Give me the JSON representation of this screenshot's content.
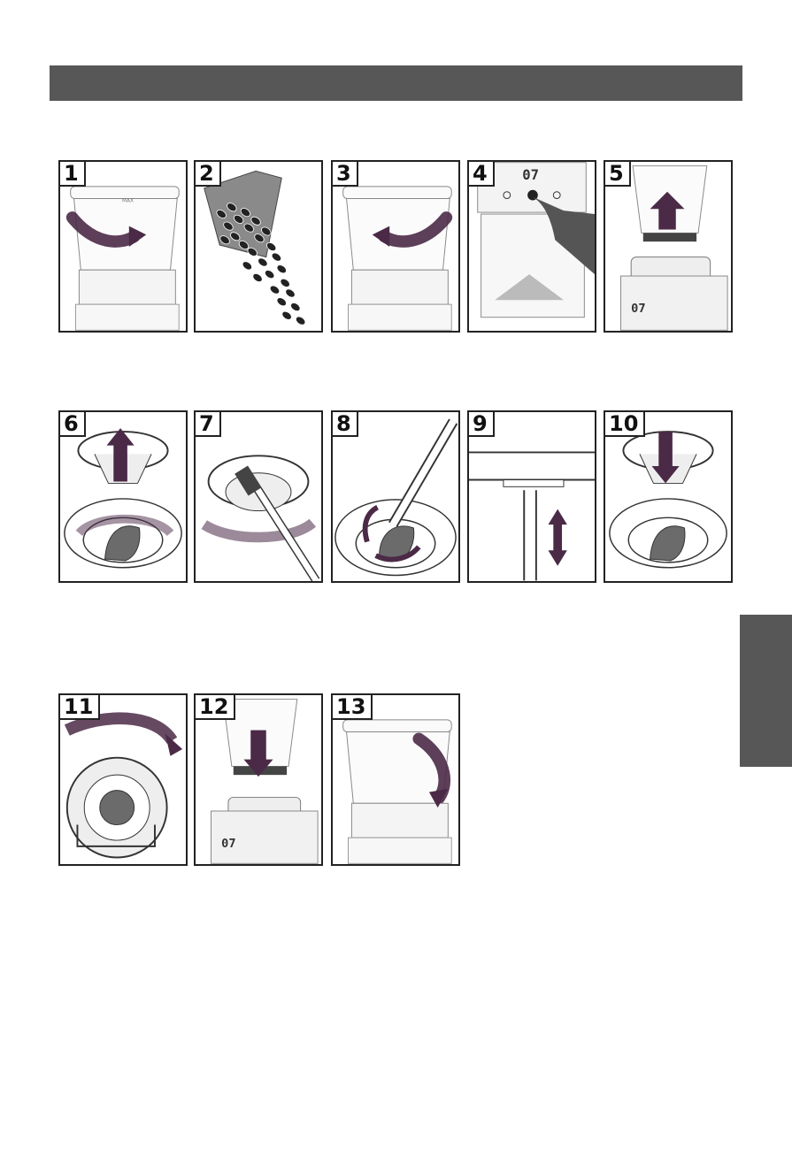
{
  "colors": {
    "header_bar": "#575757",
    "side_tab": "#575757",
    "arrow": "#4b2a47",
    "burr": "#6b6b6b"
  },
  "steps": [
    {
      "number": "1",
      "icon": "rotate-hopper-arrow-icon"
    },
    {
      "number": "2",
      "icon": "pour-beans-icon"
    },
    {
      "number": "3",
      "icon": "rotate-hopper-arrow-icon"
    },
    {
      "number": "4",
      "icon": "press-button-icon"
    },
    {
      "number": "5",
      "icon": "lift-hopper-icon"
    },
    {
      "number": "6",
      "icon": "remove-burr-icon"
    },
    {
      "number": "7",
      "icon": "clean-brush-icon"
    },
    {
      "number": "8",
      "icon": "clean-brush-icon"
    },
    {
      "number": "9",
      "icon": "up-down-arrow-icon"
    },
    {
      "number": "10",
      "icon": "insert-burr-icon"
    },
    {
      "number": "11",
      "icon": "rotate-ring-icon"
    },
    {
      "number": "12",
      "icon": "lower-hopper-icon"
    },
    {
      "number": "13",
      "icon": "rotate-hopper-arrow-icon"
    }
  ],
  "display_readout": "07",
  "hopper_mark": "MAX"
}
